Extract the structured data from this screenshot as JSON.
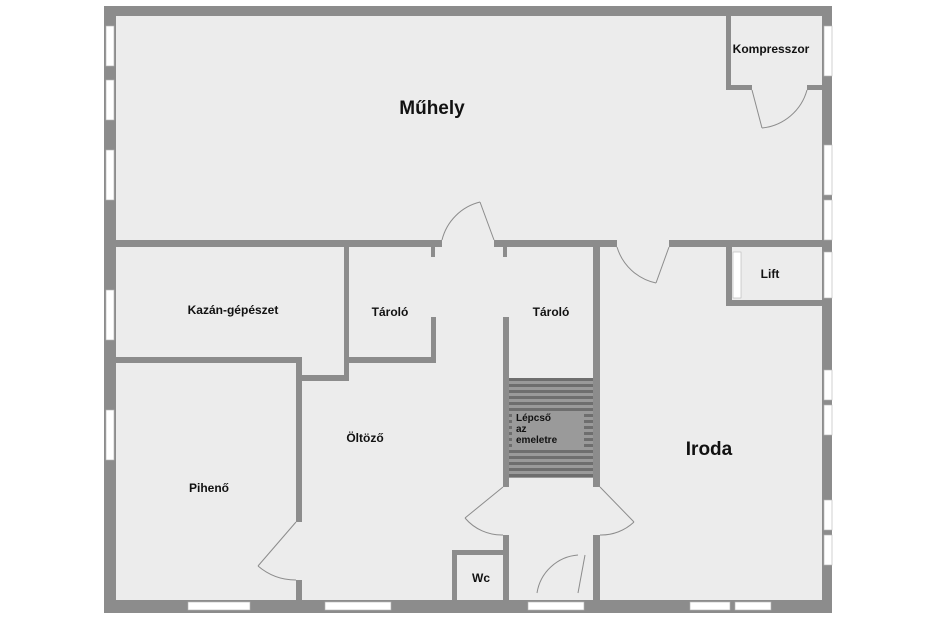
{
  "plan": {
    "rooms": {
      "muhely": "Műhely",
      "kompresszor": "Kompresszor",
      "kazan": "Kazán-gépészet",
      "tarolo1": "Tároló",
      "tarolo2": "Tároló",
      "lift": "Lift",
      "pihenő": "Pihenő",
      "oltozo": "Öltöző",
      "lepcso_1": "Lépcső",
      "lepcso_2": "az",
      "lepcso_3": "emeletre",
      "iroda": "Iroda",
      "wc": "Wc"
    },
    "colors": {
      "wall": "#8c8c8c",
      "floor": "#ececec",
      "stairs": "#777777",
      "window": "#ffffff"
    }
  }
}
